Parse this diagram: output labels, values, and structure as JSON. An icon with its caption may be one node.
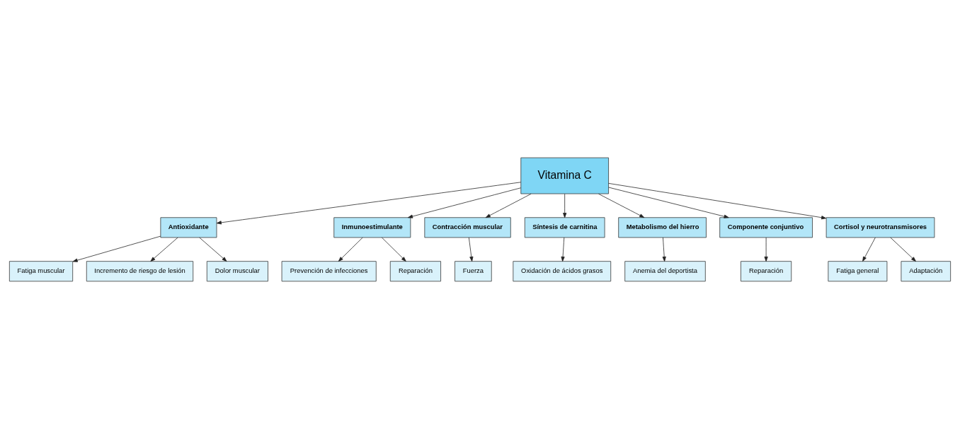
{
  "diagram": {
    "nodes": [
      {
        "text": [
          "Vitamina C"
        ]
      },
      {
        "text": [
          "Antioxidante"
        ]
      },
      {
        "text": [
          "Fatiga muscular"
        ]
      },
      {
        "text": [
          "Incremento de riesgo de lesión"
        ]
      },
      {
        "text": [
          "Dolor muscular"
        ]
      },
      {
        "text": [
          "Inmunoestimulante"
        ]
      },
      {
        "text": [
          "Prevención de infecciones"
        ]
      },
      {
        "text": [
          "Reparación"
        ]
      },
      {
        "text": [
          "Contracción muscular"
        ]
      },
      {
        "text": [
          "Fuerza"
        ]
      },
      {
        "text": [
          "Síntesis de carnitina"
        ]
      },
      {
        "text": [
          "Oxidación de ácidos grasos"
        ]
      },
      {
        "text": [
          "Metabolismo del hierro"
        ]
      },
      {
        "text": [
          "Anemia del deportista"
        ]
      },
      {
        "text": [
          "Componente conjuntivo"
        ]
      },
      {
        "text": [
          "Reparación"
        ]
      },
      {
        "text": [
          "Cortisol y neurotransmisores"
        ]
      },
      {
        "text": [
          "Fatiga general"
        ]
      },
      {
        "text": [
          "Adaptación"
        ]
      }
    ],
    "edges": [
      {
        "from": 0,
        "to": 1,
        "arrow": "to"
      },
      {
        "from": 0,
        "to": 5,
        "arrow": "to"
      },
      {
        "from": 0,
        "to": 8,
        "arrow": "to"
      },
      {
        "from": 0,
        "to": 10,
        "arrow": "to"
      },
      {
        "from": 0,
        "to": 12,
        "arrow": "to"
      },
      {
        "from": 0,
        "to": 14,
        "arrow": "to"
      },
      {
        "from": 0,
        "to": 16,
        "arrow": "to"
      },
      {
        "from": 1,
        "to": 2,
        "arrow": "to"
      },
      {
        "from": 1,
        "to": 3,
        "arrow": "to"
      },
      {
        "from": 1,
        "to": 4,
        "arrow": "to"
      },
      {
        "from": 5,
        "to": 6,
        "arrow": "to"
      },
      {
        "from": 5,
        "to": 7,
        "arrow": "to"
      },
      {
        "from": 8,
        "to": 9,
        "arrow": "to"
      },
      {
        "from": 10,
        "to": 11,
        "arrow": "to"
      },
      {
        "from": 12,
        "to": 13,
        "arrow": "to"
      },
      {
        "from": 14,
        "to": 15,
        "arrow": "to"
      },
      {
        "from": 16,
        "to": 17,
        "arrow": "to"
      },
      {
        "from": 16,
        "to": 18,
        "arrow": "to"
      }
    ]
  }
}
